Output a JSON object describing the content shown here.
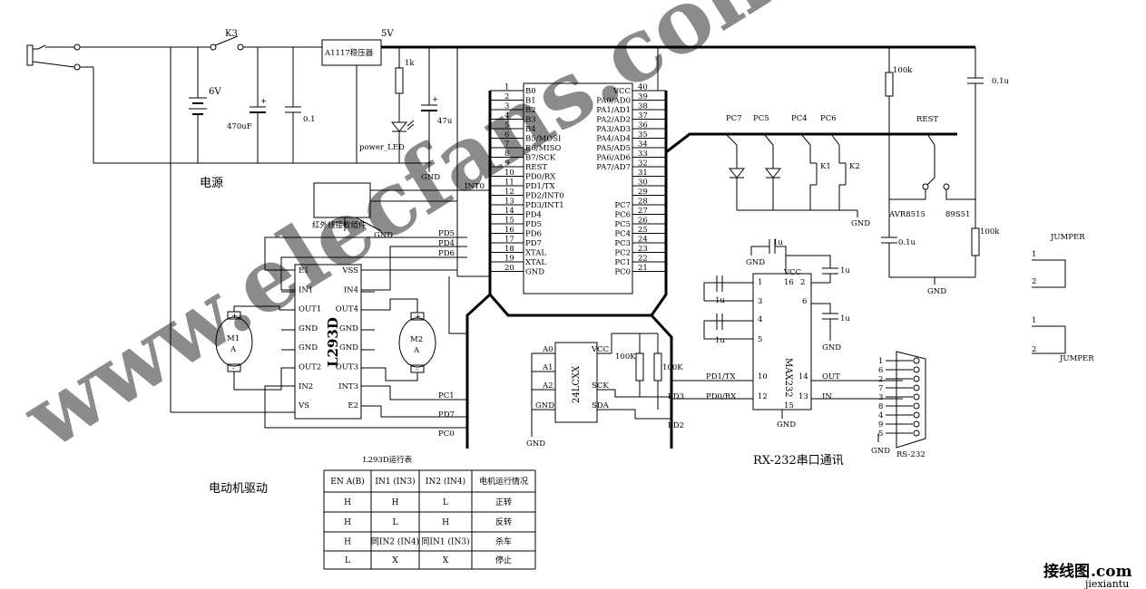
{
  "power": {
    "switch": "K3",
    "regulator": "A1117稳压器",
    "v5": "5V",
    "battery": "6V",
    "c1": "470uF",
    "c2": "0.1",
    "r": "1k",
    "c3": "47u",
    "led": "power_LED",
    "gnd": "GND",
    "section": "电源"
  },
  "ir": {
    "module": "红外线接收组件",
    "gnd": "GND",
    "int0": "INT0"
  },
  "mcu": {
    "left_pins": [
      {
        "n": "1",
        "name": "B0"
      },
      {
        "n": "2",
        "name": "B1"
      },
      {
        "n": "3",
        "name": "B2"
      },
      {
        "n": "4",
        "name": "B3"
      },
      {
        "n": "5",
        "name": "B4"
      },
      {
        "n": "6",
        "name": "B5/MOSI"
      },
      {
        "n": "7",
        "name": "B6/MISO"
      },
      {
        "n": "8",
        "name": "B7/SCK"
      },
      {
        "n": "9",
        "name": "REST"
      },
      {
        "n": "10",
        "name": "PD0/RX"
      },
      {
        "n": "11",
        "name": "PD1/TX"
      },
      {
        "n": "12",
        "name": "PD2/INT0"
      },
      {
        "n": "13",
        "name": "PD3/INT1"
      },
      {
        "n": "14",
        "name": "PD4"
      },
      {
        "n": "15",
        "name": "PD5"
      },
      {
        "n": "16",
        "name": "PD6"
      },
      {
        "n": "17",
        "name": "PD7"
      },
      {
        "n": "18",
        "name": "XTAL"
      },
      {
        "n": "19",
        "name": "XTAL"
      },
      {
        "n": "20",
        "name": "GND"
      }
    ],
    "right_pins": [
      {
        "n": "40",
        "name": "VCC"
      },
      {
        "n": "39",
        "name": "PA0/AD0"
      },
      {
        "n": "38",
        "name": "PA1/AD1"
      },
      {
        "n": "37",
        "name": "PA2/AD2"
      },
      {
        "n": "36",
        "name": "PA3/AD3"
      },
      {
        "n": "35",
        "name": "PA4/AD4"
      },
      {
        "n": "34",
        "name": "PA5/AD5"
      },
      {
        "n": "33",
        "name": "PA6/AD6"
      },
      {
        "n": "32",
        "name": "PA7/AD7"
      },
      {
        "n": "31",
        "name": ""
      },
      {
        "n": "30",
        "name": ""
      },
      {
        "n": "29",
        "name": ""
      },
      {
        "n": "28",
        "name": "PC7"
      },
      {
        "n": "27",
        "name": "PC6"
      },
      {
        "n": "26",
        "name": "PC5"
      },
      {
        "n": "25",
        "name": "PC4"
      },
      {
        "n": "24",
        "name": "PC3"
      },
      {
        "n": "23",
        "name": "PC2"
      },
      {
        "n": "22",
        "name": "PC1"
      },
      {
        "n": "21",
        "name": "PC0"
      }
    ]
  },
  "driver": {
    "chip": "L293D",
    "left_pins": [
      "E1",
      "IN1",
      "OUT1",
      "GND",
      "GND",
      "OUT2",
      "IN2",
      "VS"
    ],
    "right_pins": [
      "VSS",
      "IN4",
      "OUT4",
      "GND",
      "GND",
      "OUT3",
      "INT3",
      "E2"
    ],
    "m1": "M1",
    "m2": "M2",
    "motor_unit": "A",
    "plus": "+",
    "minus": "-",
    "pd5": "PD5",
    "pd4": "PD4",
    "pd6": "PD6",
    "pc1": "PC1",
    "pd7": "PD7",
    "pc0": "PC0",
    "section": "电动机驱动"
  },
  "eeprom": {
    "chip": "24LCXX",
    "pins_left": [
      "A0",
      "A1",
      "A2",
      "GND"
    ],
    "pins_right": [
      "VCC",
      "",
      "SCK",
      "SDA"
    ],
    "r1": "100K",
    "r2": "100K",
    "pd3": "PD3",
    "pd2": "PD2",
    "gnd": "GND"
  },
  "io": {
    "leds": [
      "PC7",
      "PC5"
    ],
    "keys": [
      "PC4",
      "PC6"
    ],
    "k1": "K1",
    "k2": "K2",
    "gnd": "GND"
  },
  "reset": {
    "r": "100k",
    "c": "0.1u",
    "label": "REST",
    "avr": "AVR8515",
    "c51": "89S51",
    "c2": "0.1u",
    "r2": "100k",
    "gnd": "GND"
  },
  "max": {
    "chip": "MAX232",
    "vcc": "VCC",
    "gnd": "GND",
    "caps": [
      "1u",
      "1u",
      "1u",
      "1u",
      "1u"
    ],
    "pins": {
      "p1": "1",
      "p3": "3",
      "p4": "4",
      "p5": "5",
      "p16": "16",
      "p2": "2",
      "p6": "6",
      "p10": "10",
      "p12": "12",
      "p14": "14",
      "p13": "13",
      "p15": "15"
    },
    "pd1": "PD1/TX",
    "pd0": "PD0/RX",
    "out": "OUT",
    "in": "IN",
    "section": "RX-232串口通讯"
  },
  "db9": {
    "pins": [
      "1",
      "6",
      "2",
      "7",
      "3",
      "8",
      "4",
      "9",
      "5"
    ],
    "gnd": "GND",
    "label": "RS-232"
  },
  "jumpers": {
    "label": "JUMPER",
    "p1": "1",
    "p2": "2"
  },
  "table": {
    "title": "L293D运行表",
    "headers": [
      "EN A(B)",
      "IN1 (IN3)",
      "IN2 (IN4)",
      "电机运行情况"
    ],
    "rows": [
      [
        "H",
        "H",
        "L",
        "正转"
      ],
      [
        "H",
        "L",
        "H",
        "反转"
      ],
      [
        "H",
        "同IN2 (IN4)",
        "同IN1 (IN3)",
        "杀车"
      ],
      [
        "L",
        "X",
        "X",
        "停止"
      ]
    ]
  },
  "watermark": {
    "main": "www.elecfans.com",
    "site_cn": "接线图",
    "site_com": ".com",
    "site_en": "jiexiantu"
  }
}
